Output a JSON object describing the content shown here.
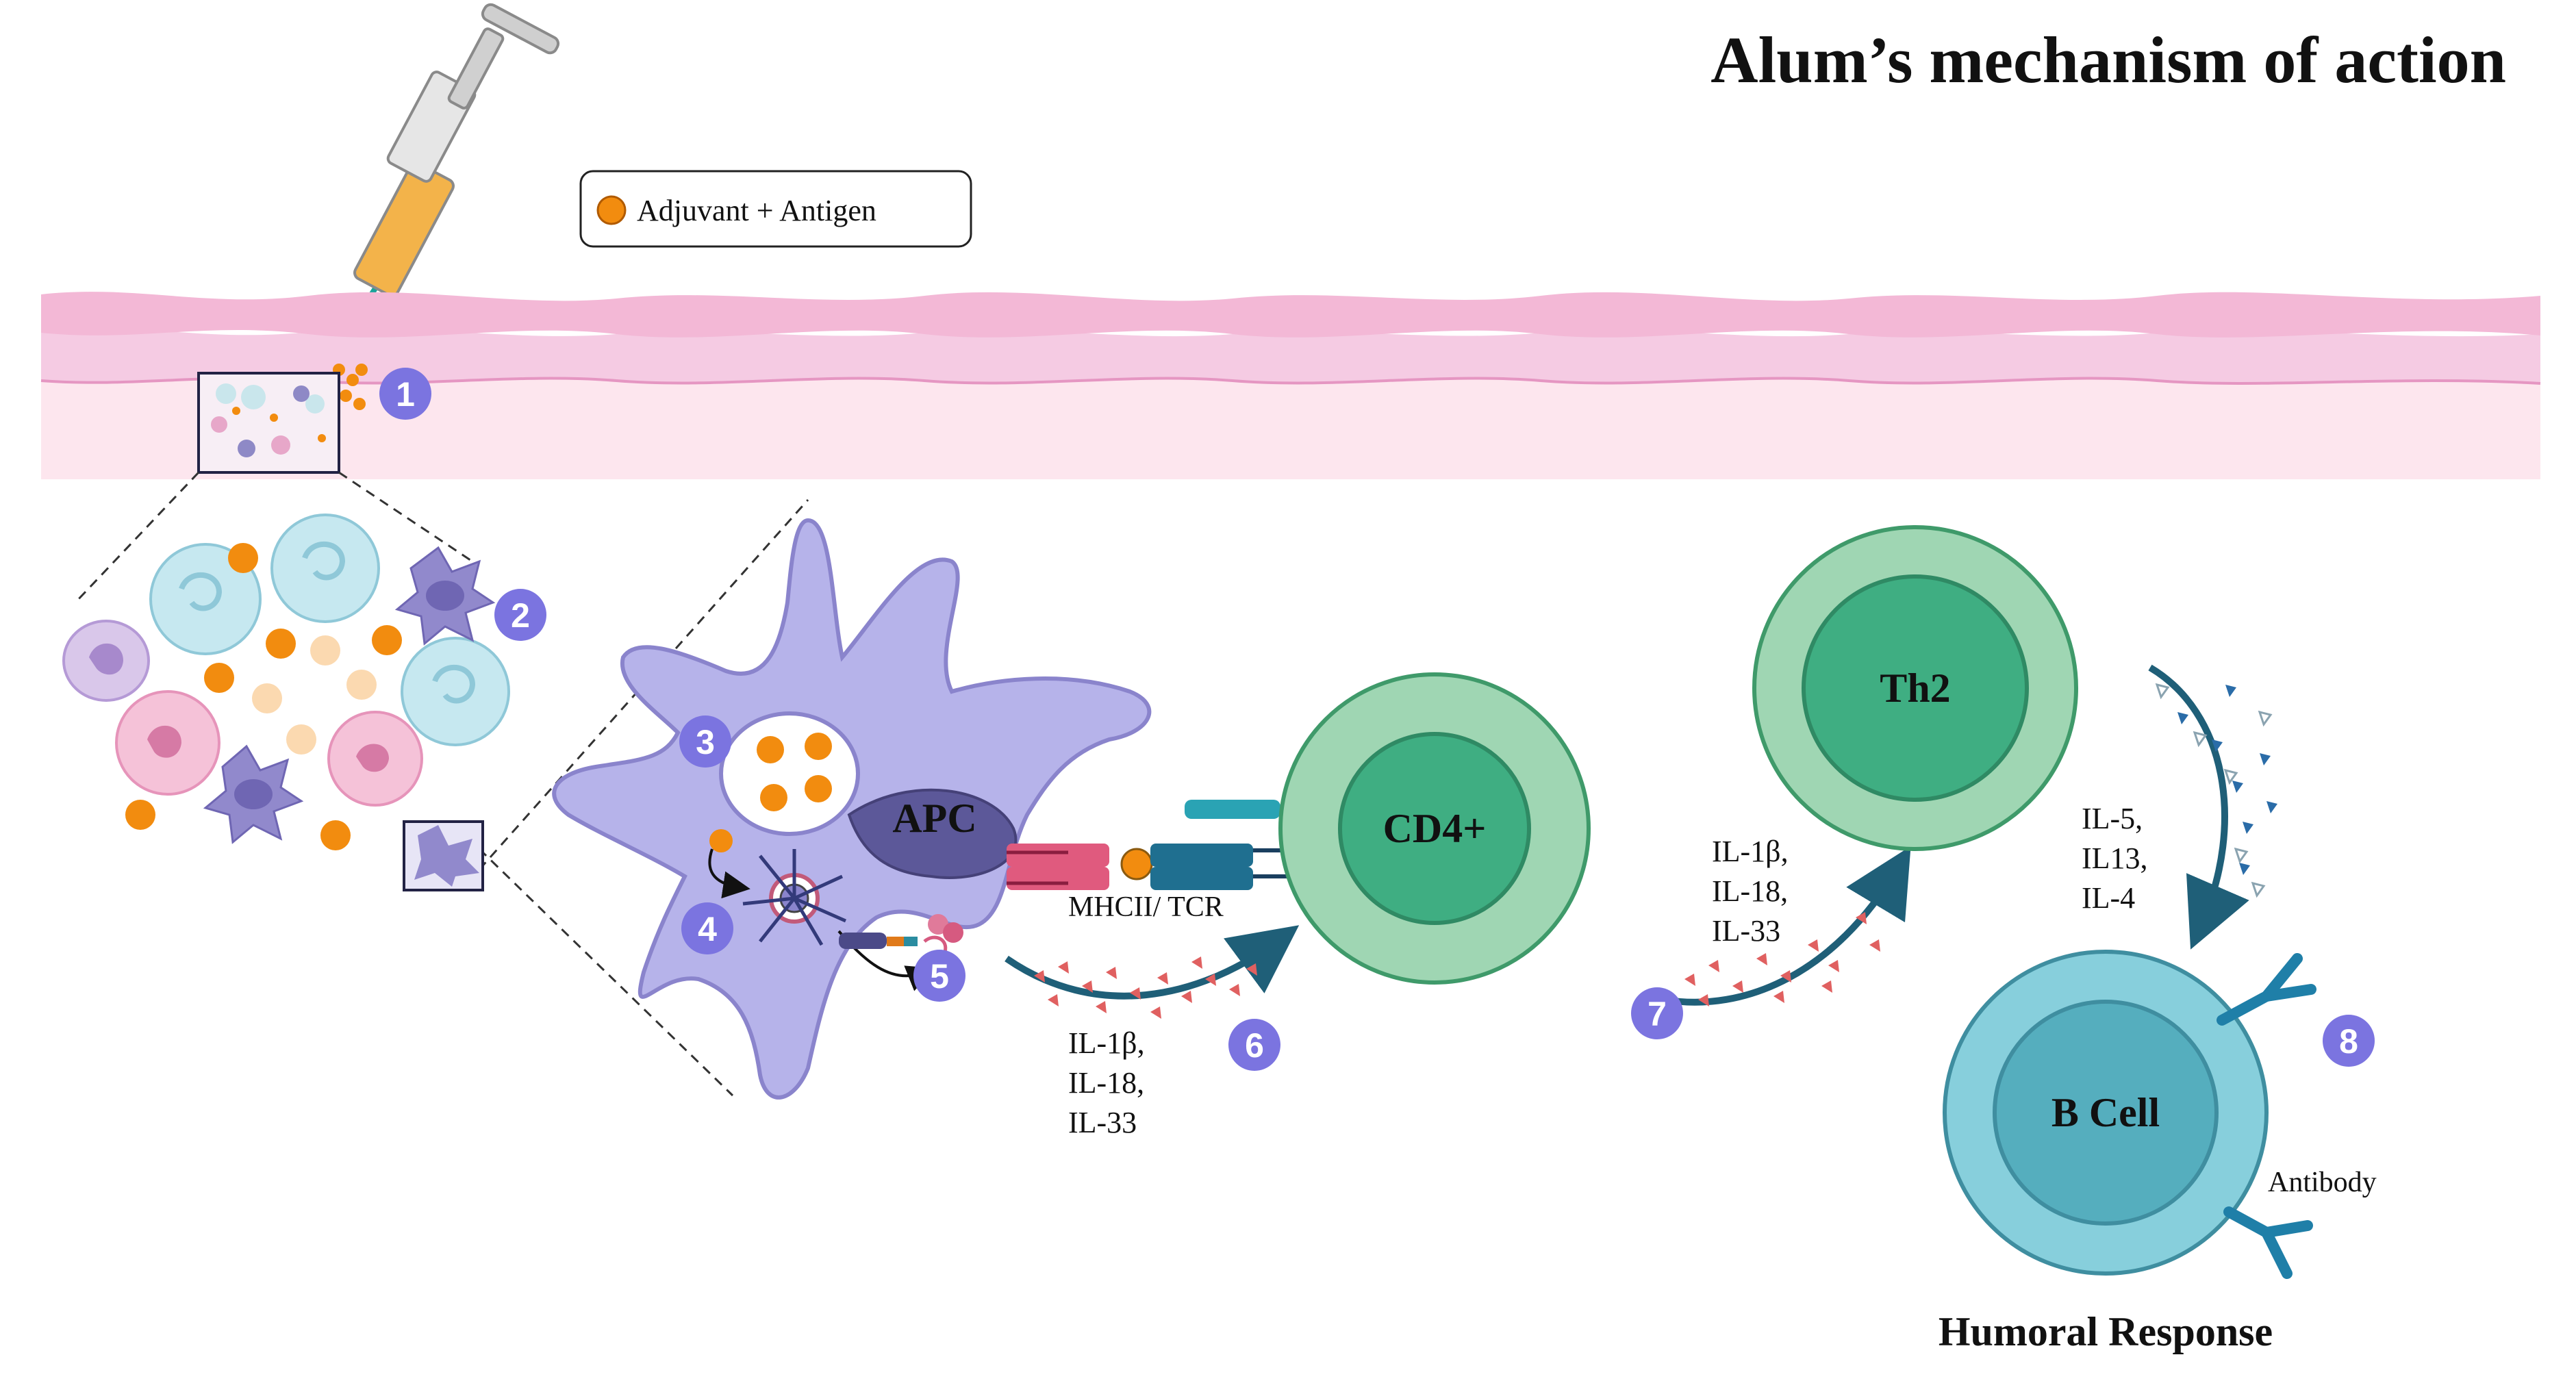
{
  "title": "Alum’s mechanism of action",
  "legend": {
    "label": "Adjuvant + Antigen"
  },
  "cells": {
    "apc": "APC",
    "cd4": "CD4+",
    "th2": "Th2",
    "bcell": "B Cell"
  },
  "labels": {
    "mhc_tcr": "MHCII/ TCR",
    "antibody": "Antibody",
    "humoral": "Humoral Response"
  },
  "cytokines": {
    "apc_release": [
      "IL-1β,",
      "IL-18,",
      "IL-33"
    ],
    "cd4_release": [
      "IL-1β,",
      "IL-18,",
      "IL-33"
    ],
    "th2_release": [
      "IL-5,",
      "IL13,",
      "IL-4"
    ]
  },
  "steps": [
    "1",
    "2",
    "3",
    "4",
    "5",
    "6",
    "7",
    "8"
  ],
  "colors": {
    "step_badge": "#7b74e0",
    "apc_body": "#b6b3ea",
    "cd4_outer": "#9fd6b3",
    "cd4_inner": "#3fae82",
    "bcell_outer": "#87cfdc",
    "bcell_inner": "#55aebe",
    "adjuvant": "#f28c0f",
    "cytokine": "#e06060",
    "skin": "#f3b8d6",
    "arrow": "#1f5f78"
  }
}
